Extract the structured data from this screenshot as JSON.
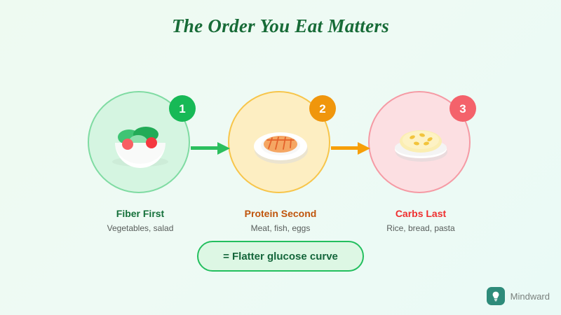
{
  "header": {
    "title": "The Order You Eat Matters"
  },
  "steps": [
    {
      "badge": "1",
      "title": "Fiber First",
      "subtitle": "Vegetables, salad",
      "icon": "salad-bowl-icon",
      "disc_fill": "#d5f5e1",
      "disc_border": "#7fdba2",
      "badge_color": "#17b956",
      "title_color": "#14703a"
    },
    {
      "badge": "2",
      "title": "Protein Second",
      "subtitle": "Meat, fish, eggs",
      "icon": "protein-plate-icon",
      "disc_fill": "#fdeec2",
      "disc_border": "#f7c54a",
      "badge_color": "#f0960c",
      "title_color": "#c0550c"
    },
    {
      "badge": "3",
      "title": "Carbs Last",
      "subtitle": "Rice, bread, pasta",
      "icon": "rice-plate-icon",
      "disc_fill": "#fcdfe2",
      "disc_border": "#f59aa4",
      "badge_color": "#f4626b",
      "title_color": "#ef2f2f"
    }
  ],
  "arrows": [
    {
      "name": "arrow-step1-to-step2",
      "color": "#2bbf5e"
    },
    {
      "name": "arrow-step2-to-step3",
      "color": "#f79f08"
    }
  ],
  "callout": {
    "text": "= Flatter glucose curve",
    "border_color": "#23bf5e",
    "fill_color": "#ddf7e4",
    "text_color": "#14663b"
  },
  "brand": {
    "name": "Mindward",
    "icon": "lightbulb-icon",
    "mark_color": "#2e8b7a"
  }
}
